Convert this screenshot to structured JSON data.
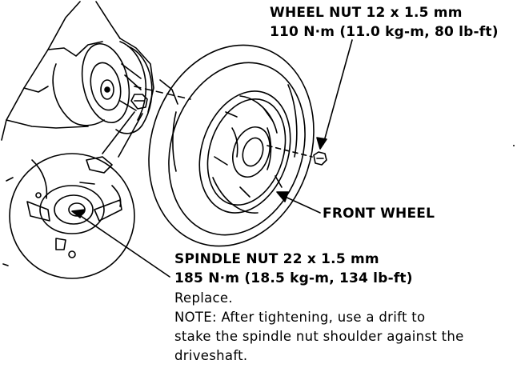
{
  "wheel_nut": {
    "title": "WHEEL NUT 12 x 1.5 mm",
    "torque": "110 N·m (11.0 kg-m, 80 lb-ft)"
  },
  "front_wheel": {
    "label": "FRONT WHEEL"
  },
  "spindle_nut": {
    "title": "SPINDLE NUT 22 x 1.5 mm",
    "torque": "185 N·m (18.5 kg-m, 134 lb-ft)",
    "replace": "Replace.",
    "note_line1": "NOTE:  After tightening, use a drift to",
    "note_line2": "stake the spindle nut shoulder against the",
    "note_line3": "driveshaft."
  }
}
